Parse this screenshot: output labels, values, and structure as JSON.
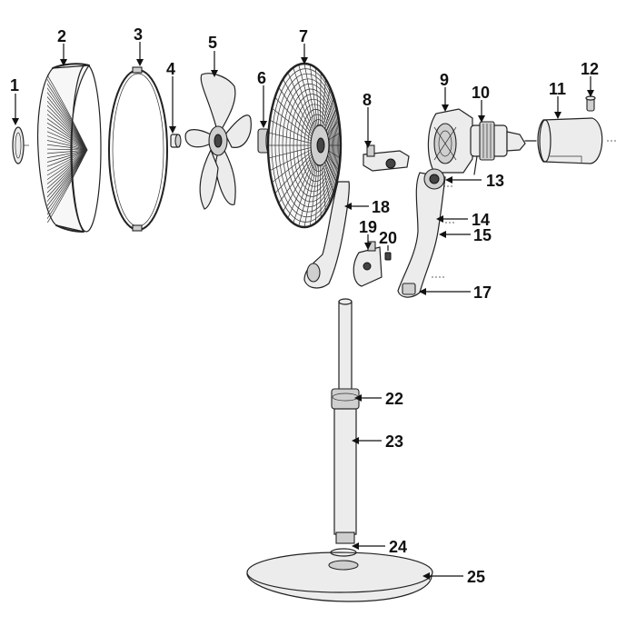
{
  "parts": [
    {
      "id": "part-1",
      "label": "1"
    },
    {
      "id": "part-2",
      "label": "2"
    },
    {
      "id": "part-3",
      "label": "3"
    },
    {
      "id": "part-4",
      "label": "4"
    },
    {
      "id": "part-5",
      "label": "5"
    },
    {
      "id": "part-6",
      "label": "6"
    },
    {
      "id": "part-7",
      "label": "7"
    },
    {
      "id": "part-8",
      "label": "8"
    },
    {
      "id": "part-9",
      "label": "9"
    },
    {
      "id": "part-10",
      "label": "10"
    },
    {
      "id": "part-11",
      "label": "11"
    },
    {
      "id": "part-12",
      "label": "12"
    },
    {
      "id": "part-13",
      "label": "13"
    },
    {
      "id": "part-14",
      "label": "14"
    },
    {
      "id": "part-15",
      "label": "15"
    },
    {
      "id": "part-17",
      "label": "17"
    },
    {
      "id": "part-18",
      "label": "18"
    },
    {
      "id": "part-19",
      "label": "19"
    },
    {
      "id": "part-20",
      "label": "20"
    },
    {
      "id": "part-22",
      "label": "22"
    },
    {
      "id": "part-23",
      "label": "23"
    },
    {
      "id": "part-24",
      "label": "24"
    },
    {
      "id": "part-25",
      "label": "25"
    }
  ],
  "style": {
    "ink": "#222222",
    "part_fill": "#ececec",
    "background": "#ffffff"
  }
}
